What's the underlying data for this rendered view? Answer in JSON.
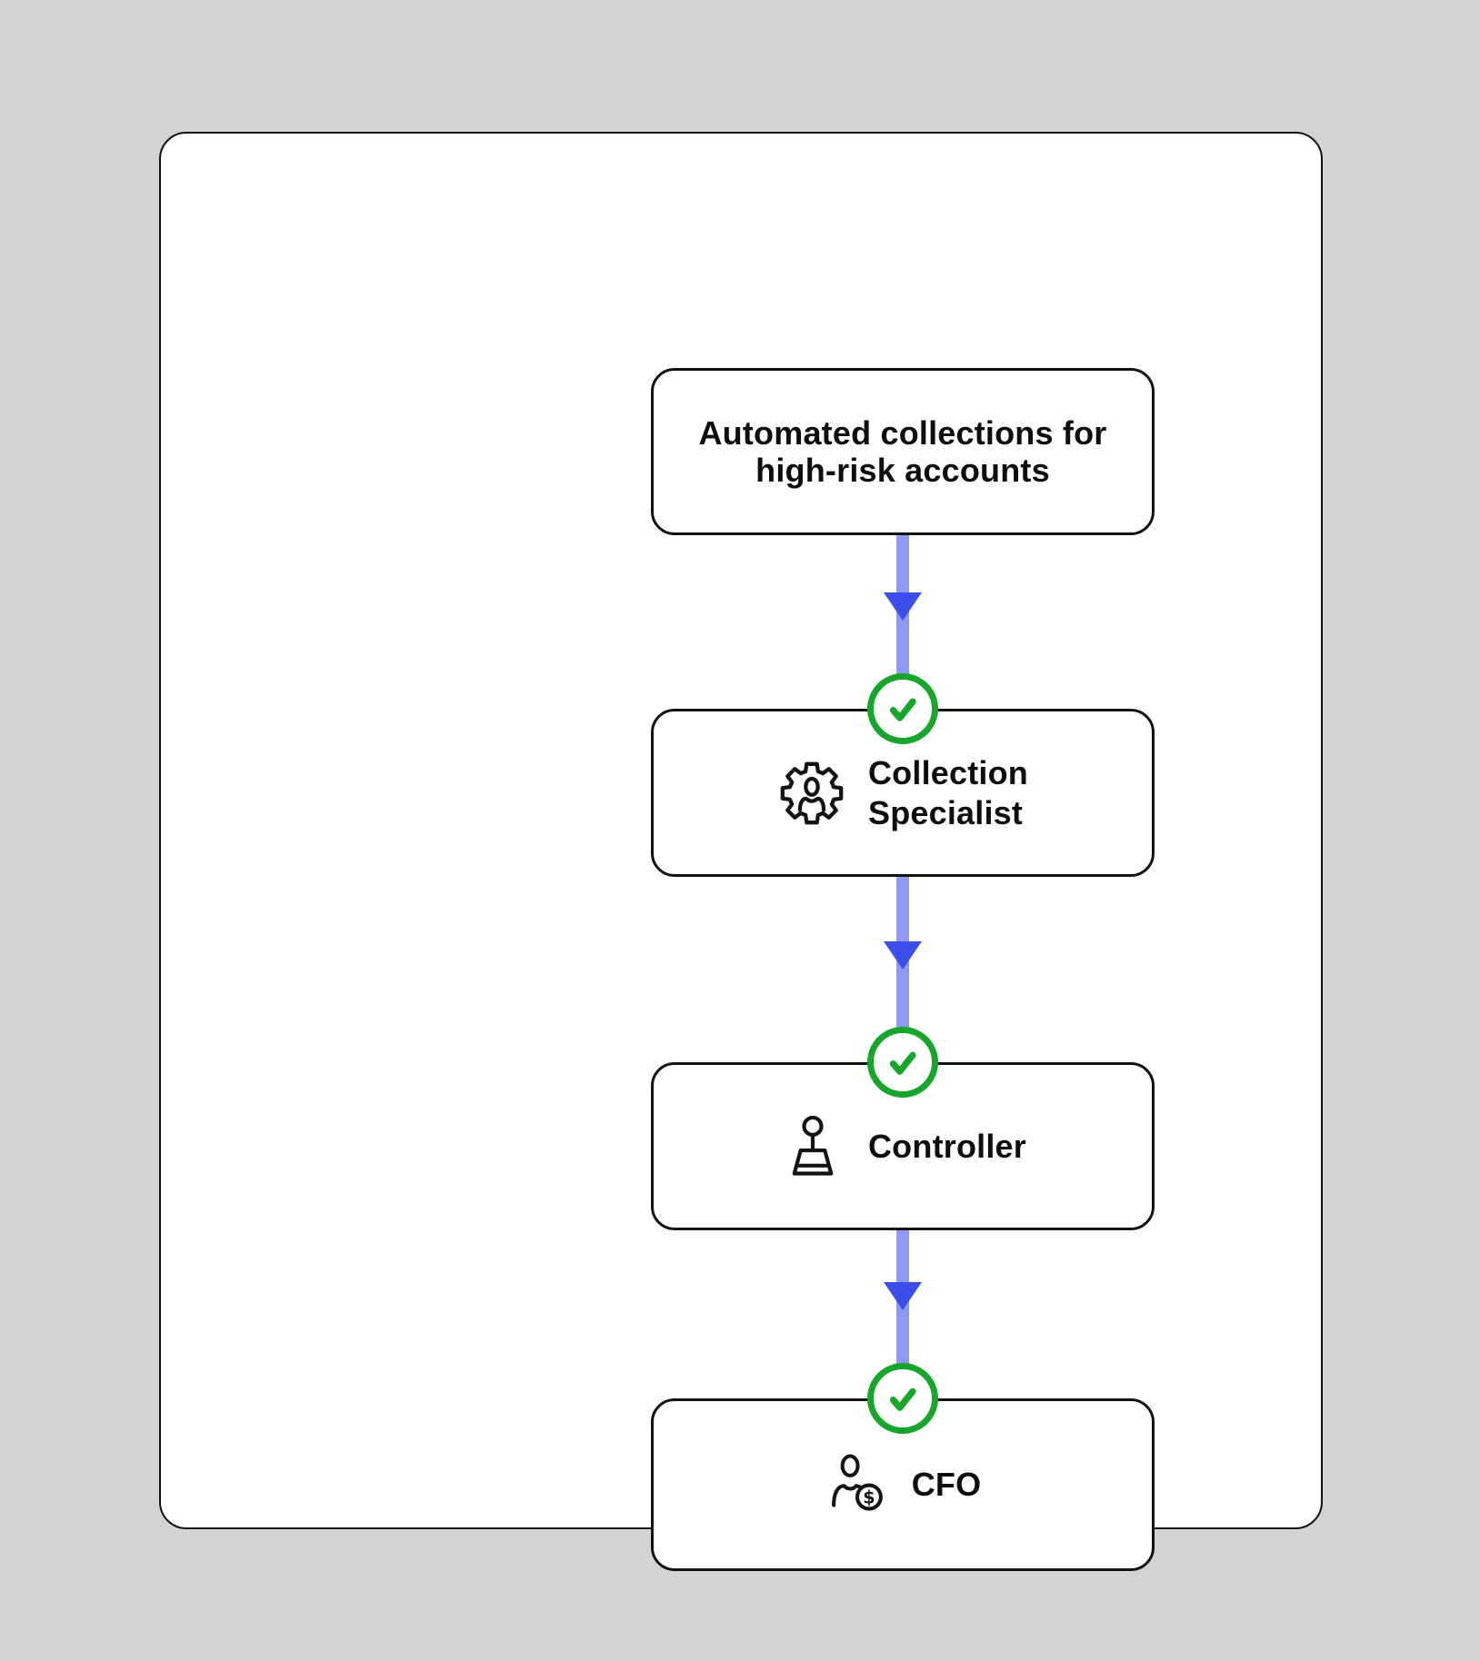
{
  "diagram": {
    "trigger": {
      "label": "Automated collections for high-risk accounts"
    },
    "steps": [
      {
        "label": "Collection Specialist",
        "icon": "user-gear-icon"
      },
      {
        "label": "Controller",
        "icon": "joystick-icon"
      },
      {
        "label": "CFO",
        "icon": "user-dollar-icon"
      }
    ],
    "dollar_glyph": "$",
    "colors": {
      "canvas_bg": "#d3d3d3",
      "panel_bg": "#ffffff",
      "node_border": "#111111",
      "connector_line": "#8f99f2",
      "connector_arrow": "#3b4eea",
      "approved_green": "#17a52b"
    }
  }
}
